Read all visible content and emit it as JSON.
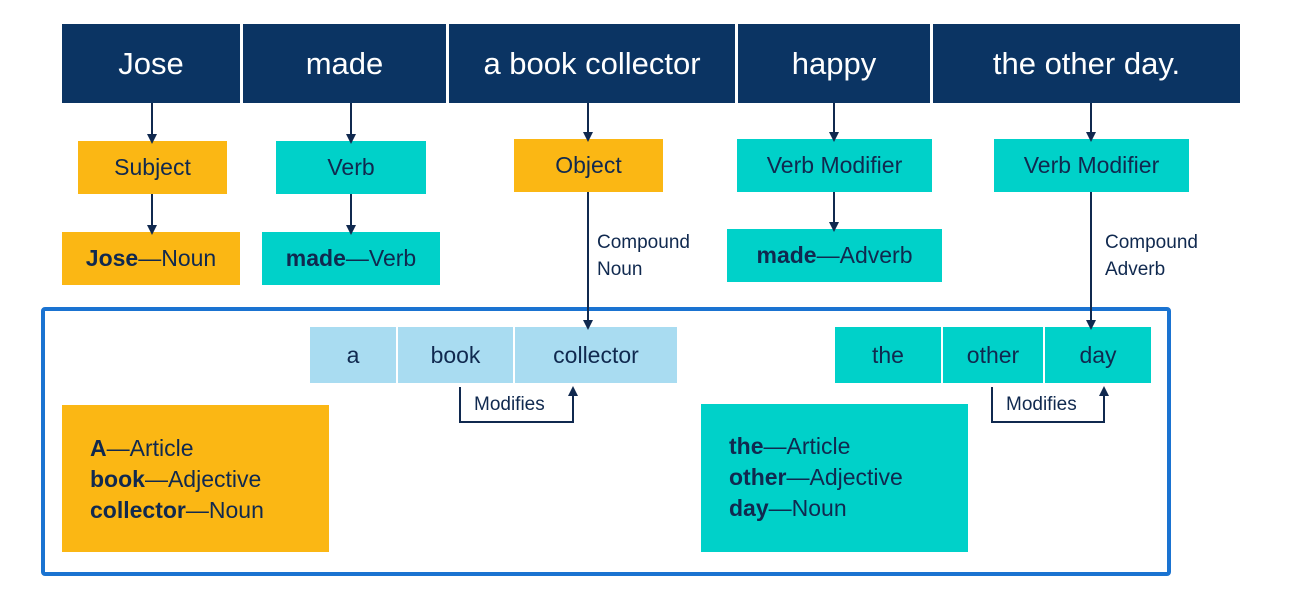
{
  "sentence": {
    "word1": "Jose",
    "word2": "made",
    "word3": "a book collector",
    "word4": "happy",
    "word5": "the other day."
  },
  "roles": {
    "role1": "Subject",
    "role2": "Verb",
    "role3": "Object",
    "role4": "Verb Modifier",
    "role5": "Verb Modifier"
  },
  "pos": {
    "item1": {
      "word": "Jose",
      "sep": "—",
      "tag": "Noun"
    },
    "item2": {
      "word": "made",
      "sep": "—",
      "tag": "Verb"
    },
    "item4": {
      "word": "made",
      "sep": "—",
      "tag": "Adverb"
    }
  },
  "edge_labels": {
    "compound_noun_line1": "Compound",
    "compound_noun_line2": "Noun",
    "compound_adverb_line1": "Compound",
    "compound_adverb_line2": "Adverb",
    "modifies_left": "Modifies",
    "modifies_right": "Modifies"
  },
  "compound_noun": [
    "a",
    "book",
    "collector"
  ],
  "compound_adverb": [
    "the",
    "other",
    "day"
  ],
  "legend_left": [
    {
      "word": "A",
      "tag": "Article"
    },
    {
      "word": "book",
      "tag": "Adjective"
    },
    {
      "word": "collector",
      "tag": "Noun"
    }
  ],
  "legend_right": [
    {
      "word": "the",
      "tag": "Article"
    },
    {
      "word": "other",
      "tag": "Adjective"
    },
    {
      "word": "day",
      "tag": "Noun"
    }
  ],
  "legend_sep": "—",
  "colors": {
    "navy": "#0b3463",
    "orange": "#fbb714",
    "teal": "#00d1c9",
    "light_blue": "#a9dcf1",
    "frame_blue": "#1a73d1",
    "arrow": "#10294f"
  }
}
